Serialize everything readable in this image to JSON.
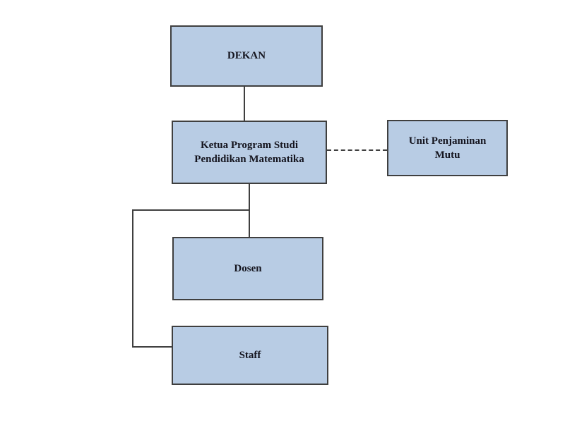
{
  "diagram": {
    "type": "org-chart",
    "nodes": {
      "dekan": {
        "label": "DEKAN"
      },
      "kaprodi": {
        "label": "Ketua Program Studi\nPendidikan Matematika"
      },
      "upm": {
        "label": "Unit Penjaminan\nMutu"
      },
      "dosen": {
        "label": "Dosen"
      },
      "staff": {
        "label": "Staff"
      }
    },
    "edges": [
      {
        "from": "dekan",
        "to": "kaprodi",
        "style": "solid"
      },
      {
        "from": "kaprodi",
        "to": "upm",
        "style": "dashed"
      },
      {
        "from": "kaprodi",
        "to": "dosen",
        "style": "solid"
      },
      {
        "from": "kaprodi",
        "to": "staff",
        "style": "solid"
      }
    ]
  },
  "colors": {
    "node_fill": "#b8cce4",
    "node_border": "#3f3f3f",
    "line": "#3f3f3f",
    "text": "#15151f",
    "background": "#ffffff"
  }
}
